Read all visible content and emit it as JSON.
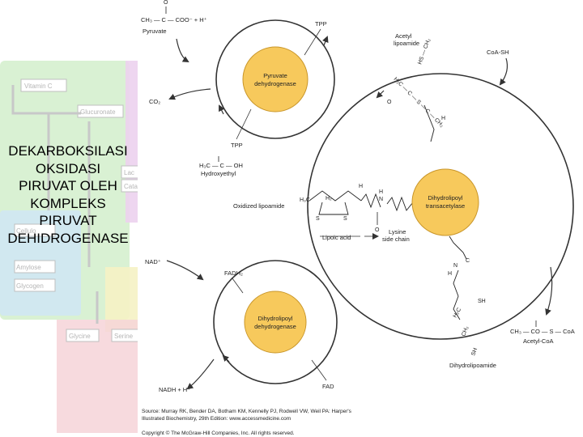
{
  "slide": {
    "title_lines": [
      "DEKARBOKSILASI",
      "OKSIDASI",
      "PIRUVAT OLEH",
      "KOMPLEKS",
      "PIRUVAT",
      "DEHIDROGENASE"
    ]
  },
  "background_map": {
    "boxes": [
      "Vitamin C",
      "Glucuronate",
      "Lac",
      "Cata",
      "Cellulo",
      "Amylose",
      "Glycogen",
      "Glycine",
      "Serine"
    ]
  },
  "diagram": {
    "pyruvate": {
      "formula": "CH₃ — C — COO⁻ + H⁺",
      "o_label": "O",
      "label": "Pyruvate"
    },
    "tpp_top": "TPP",
    "tpp_bottom": "TPP",
    "co2": "CO₂",
    "pyruvate_dehydrogenase": [
      "Pyruvate",
      "dehydrogenase"
    ],
    "hydroxyethyl": {
      "formula": "H₃C — C — OH",
      "label": "Hydroxyethyl"
    },
    "acetyl_lipoamide": {
      "label": [
        "Acetyl",
        "lipoamide"
      ],
      "chain_top": "HS — CH₂",
      "chain_mid": "H₂C — C — S — C — CH₂",
      "o_label": "O",
      "h_label": "H"
    },
    "coa_sh": "CoA-SH",
    "oxidized_lipoamide": {
      "label": "Oxidized lipoamide",
      "h3": "H₃C",
      "h": "H",
      "h2": "H₂",
      "s1": "S",
      "s2": "S",
      "n_h": "H",
      "n": "N"
    },
    "transacetylase": [
      "Dihydrolipoyl",
      "transacetylase"
    ],
    "lipoic_acid": "Lipoic acid",
    "lysine": [
      "Lysine",
      "side chain"
    ],
    "amide_o": "O",
    "carbonyl_c": "C",
    "nad": "NAD⁺",
    "fadh2": "FADH₂",
    "lipoyl_dehydrogenase": [
      "Dihydrolipoyl",
      "dehydrogenase"
    ],
    "fad": "FAD",
    "nadh": "NADH + H⁺",
    "reduced_chain": {
      "c": "C",
      "n": "N",
      "h": "H",
      "sh1": "SH",
      "sh2": "SH",
      "ch2": "CH₂",
      "h2c": "H₂C"
    },
    "acetyl_coa": {
      "formula": "CH₃ — CO — S — CoA",
      "label": "Acetyl-CoA"
    },
    "dihydrolipoamide": "Dihydrolipoamide"
  },
  "credits": {
    "source": "Source: Murray RK, Bender DA, Botham KM, Kennelly PJ, Rodwell VW, Weil PA: Harper's",
    "source2": "Illustrated Biochemistry, 29th Edition: www.accessmedicine.com",
    "copyright": "Copyright © The McGraw-Hill Companies, Inc. All rights reserved."
  },
  "colors": {
    "enzyme_fill": "#f7c95c",
    "enzyme_stroke": "#c9962a",
    "map_green": "#cfeec8",
    "map_purple": "#ecd2ee",
    "map_blue": "#cfe6f5",
    "map_yellow": "#f5f2c4",
    "map_pink": "#f6d4d8"
  }
}
